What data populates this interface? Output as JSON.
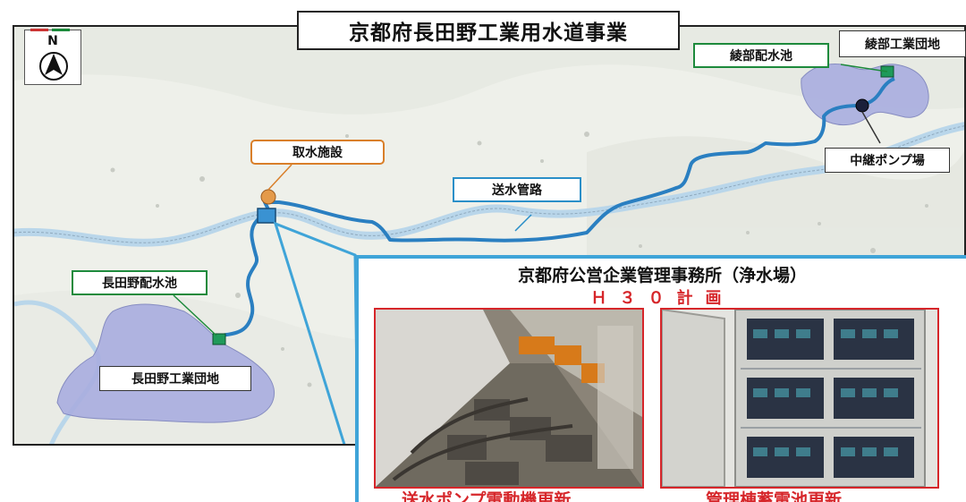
{
  "title": "京都府長田野工業用水道事業",
  "north_label": "N",
  "labels": {
    "ayabe_reservoir": "綾部配水池",
    "ayabe_industrial_park": "綾部工業団地",
    "intake": "取水施設",
    "relay_pump": "中継ポンプ場",
    "pipeline": "送水管路",
    "osadano_reservoir": "長田野配水池",
    "osadano_industrial_park": "長田野工業団地"
  },
  "plant": {
    "title": "京都府公営企業管理事務所（浄水場）",
    "plan": "Ｈ３０計画",
    "photos": [
      {
        "caption": "送水ポンプ電動機更新"
      },
      {
        "caption": "管理棟蓄電池更新"
      }
    ]
  },
  "colors": {
    "pipeline": "#2a7fc1",
    "industrial_zone": "#a9aee0",
    "intake_marker": "#e49a4a",
    "reservoir_marker": "#1f9a5a",
    "accent_red": "#d6262a"
  }
}
